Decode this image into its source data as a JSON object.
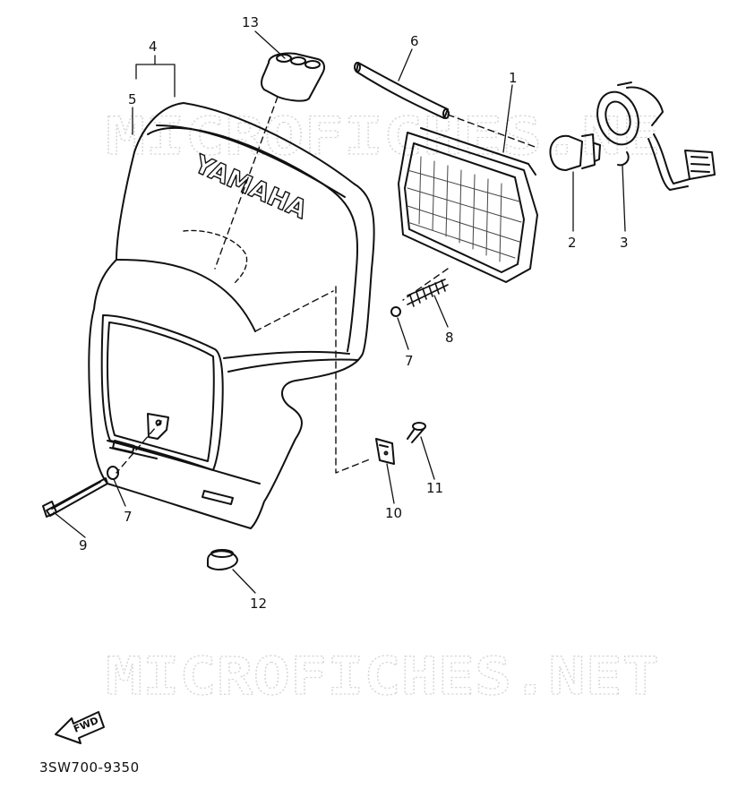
{
  "watermark": {
    "top_text": "MICROFICHES.NE",
    "bottom_text": "MICROFICHES.NET"
  },
  "brand_text": "YAMAHA",
  "direction_arrow_text": "FWD",
  "drawing_code": "3SW700-9350",
  "callouts": [
    "13",
    "4",
    "5",
    "6",
    "1",
    "2",
    "3",
    "8",
    "7",
    "7",
    "9",
    "10",
    "11",
    "12"
  ],
  "colors": {
    "line": "#111111",
    "watermark": "#d7d7d7",
    "background": "#ffffff"
  }
}
